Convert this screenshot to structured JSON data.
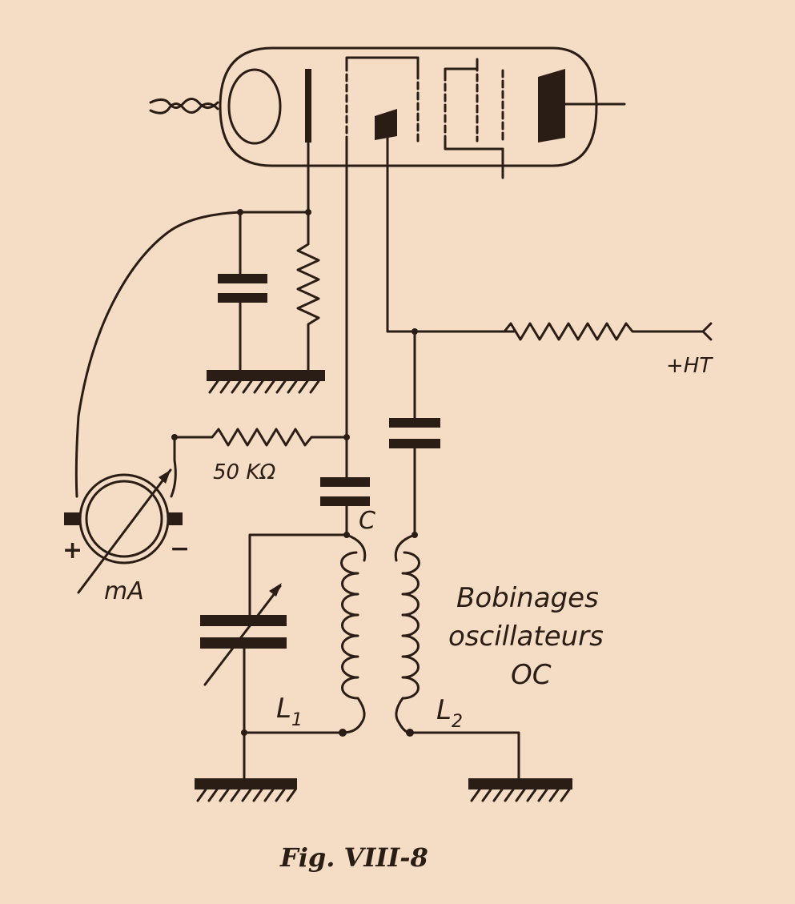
{
  "labels": {
    "resistor_value": "50 KΩ",
    "cap_c": "C",
    "meter_unit": "mA",
    "meter_plus": "+",
    "meter_minus": "−",
    "l1": "L",
    "l1_sub": "1",
    "l2": "L",
    "l2_sub": "2",
    "ht": "+HT",
    "coil_text_line1": "Bobinages",
    "coil_text_line2": "oscillateurs",
    "coil_text_line3": "OC"
  },
  "caption": "Fig. VIII-8",
  "colors": {
    "paper": "#f5dcc4",
    "ink": "#2a1d16"
  }
}
